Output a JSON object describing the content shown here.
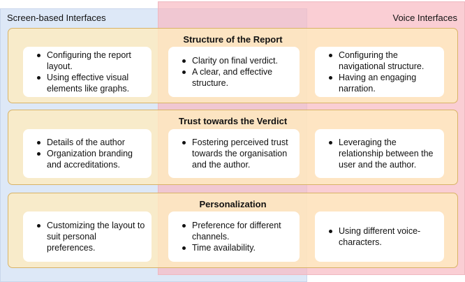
{
  "regions": {
    "screen": "Screen-based Interfaces",
    "voice": "Voice Interfaces"
  },
  "sections": [
    {
      "title": "Structure of the Report",
      "cards": [
        [
          "Configuring the report layout.",
          "Using effective visual elements like graphs."
        ],
        [
          "Clarity on final verdict.",
          "A clear, and effective structure."
        ],
        [
          "Configuring the navigational structure.",
          "Having an engaging narration."
        ]
      ]
    },
    {
      "title": "Trust towards the Verdict",
      "cards": [
        [
          "Details of the author",
          "Organization branding and accreditations."
        ],
        [
          "Fostering perceived trust towards the organisation and the author."
        ],
        [
          "Leveraging the relationship between the user and the author."
        ]
      ]
    },
    {
      "title": "Personalization",
      "cards": [
        [
          "Customizing the layout to suit personal preferences."
        ],
        [
          "Preference for different channels.",
          "Time availability."
        ],
        [
          "Using different voice-characters."
        ]
      ]
    }
  ]
}
